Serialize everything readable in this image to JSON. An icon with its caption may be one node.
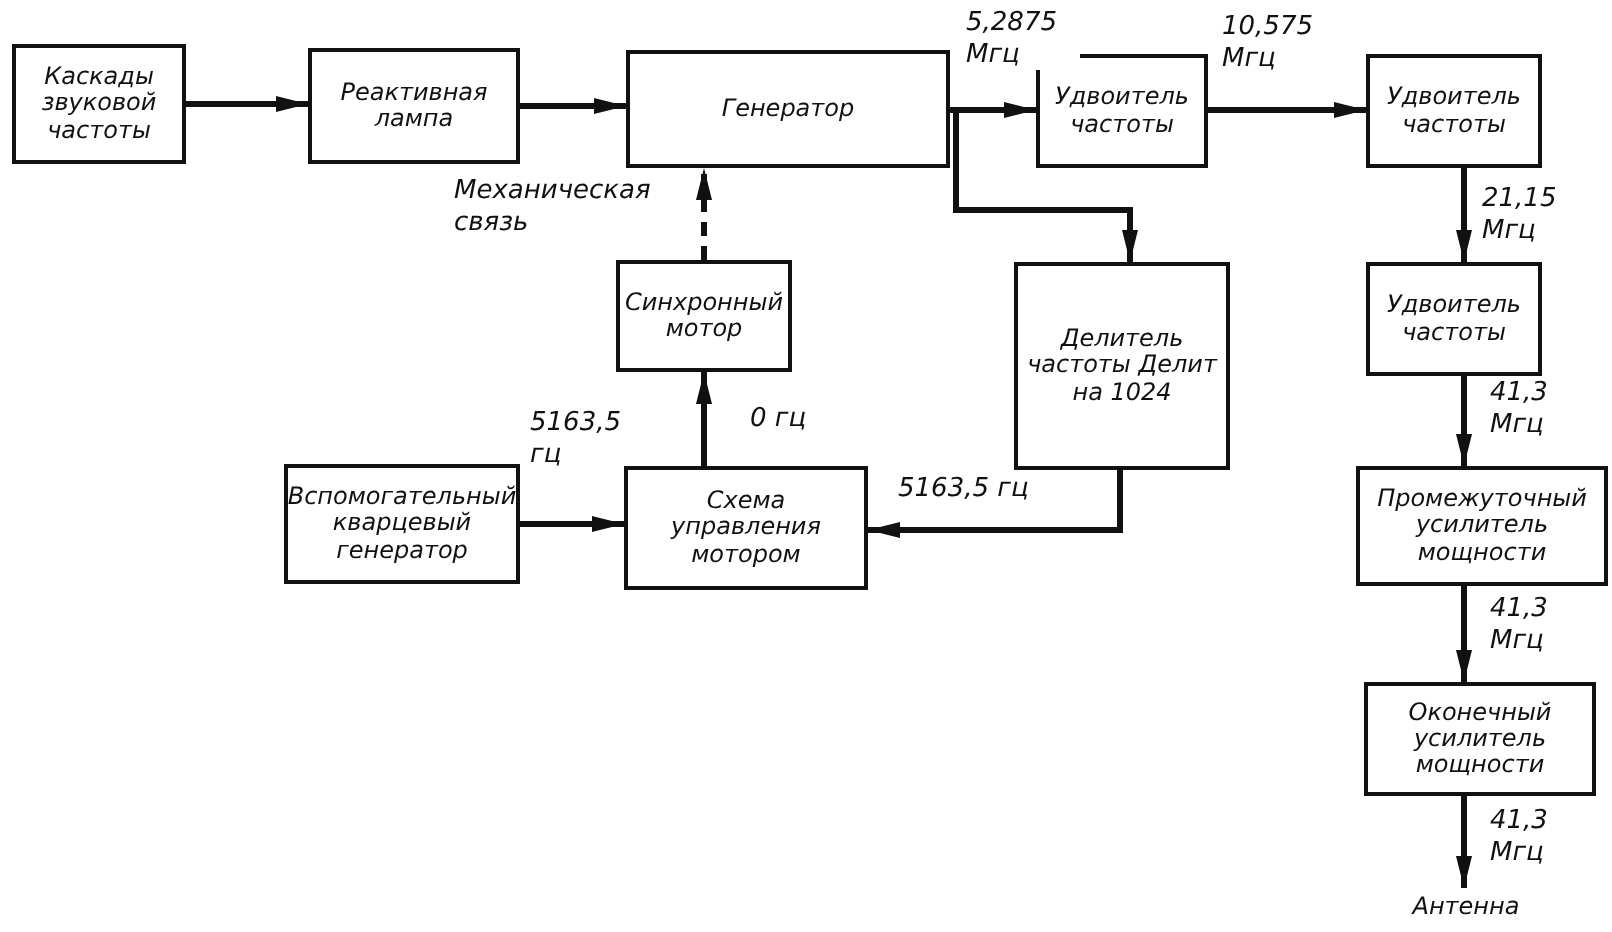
{
  "diagram": {
    "nodes": [
      {
        "text": [
          "Каскады звуковой частоты"
        ]
      },
      {
        "text": [
          "Реактивная лампа"
        ]
      },
      {
        "text": [
          "Генератор"
        ]
      },
      {
        "text": [
          "Удвоитель частоты"
        ]
      },
      {
        "text": [
          "Удвоитель частоты"
        ]
      },
      {
        "text": [
          "Синхронный мотор"
        ]
      },
      {
        "text": [
          "Делитель частоты Делит на 1024"
        ]
      },
      {
        "text": [
          "Удвоитель частоты"
        ]
      },
      {
        "text": [
          "Вспомогательный кварцевый генератор"
        ]
      },
      {
        "text": [
          "Схема управления мотором"
        ]
      },
      {
        "text": [
          "Промежуточный усилитель мощности"
        ]
      },
      {
        "text": [
          "Оконечный усилитель мощности"
        ]
      },
      {
        "text": [
          "Антенна"
        ]
      }
    ],
    "edges": [
      {
        "from": 0,
        "to": 1,
        "arrow": "to"
      },
      {
        "from": 1,
        "to": 2,
        "arrow": "to"
      },
      {
        "from": 2,
        "to": 3,
        "arrow": "to",
        "label": "5,2875 Мгц"
      },
      {
        "from": 2,
        "to": 6,
        "arrow": "to"
      },
      {
        "from": 3,
        "to": 4,
        "arrow": "to",
        "label": "10,575 Мгц"
      },
      {
        "from": 4,
        "to": 7,
        "arrow": "to",
        "label": "21,15 Мгц"
      },
      {
        "from": 5,
        "to": 2,
        "arrow": "to",
        "label": "Механическая связь",
        "style": "dashed"
      },
      {
        "from": 9,
        "to": 5,
        "arrow": "to",
        "label": "0 гц"
      },
      {
        "from": 8,
        "to": 9,
        "arrow": "to",
        "label": "5163,5 гц"
      },
      {
        "from": 6,
        "to": 9,
        "arrow": "to",
        "label": "5163,5 гц"
      },
      {
        "from": 7,
        "to": 10,
        "arrow": "to",
        "label": "41,3 Мгц"
      },
      {
        "from": 10,
        "to": 11,
        "arrow": "to",
        "label": "41,3 Мгц"
      },
      {
        "from": 11,
        "to": 12,
        "arrow": "to",
        "label": "41,3 Мгц"
      }
    ]
  }
}
